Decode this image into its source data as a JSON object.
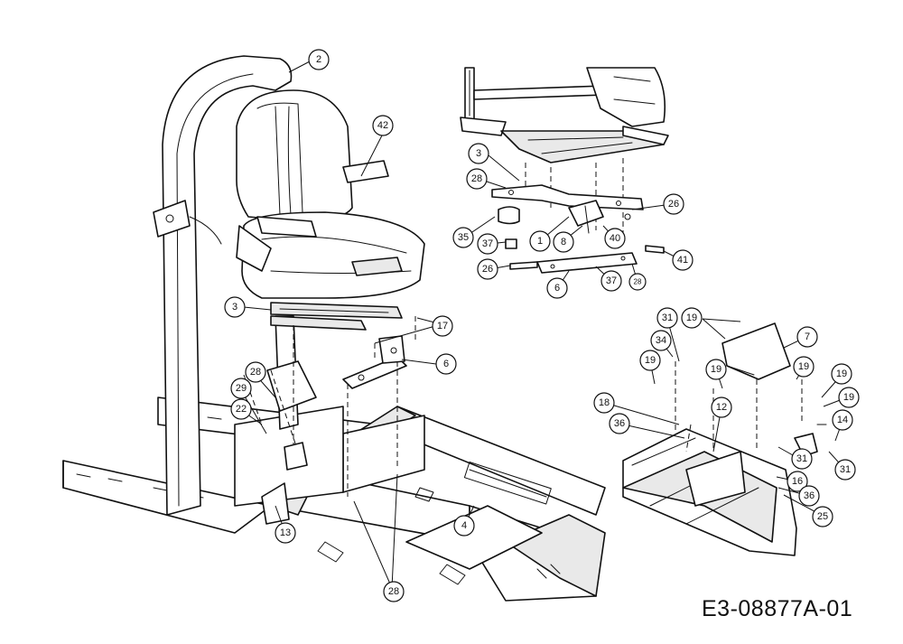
{
  "drawing_code": "E3-08877A-01",
  "callouts": [
    "2",
    "42",
    "3",
    "28",
    "26",
    "35",
    "37",
    "1",
    "8",
    "40",
    "41",
    "6",
    "17",
    "29",
    "22",
    "13",
    "4",
    "31",
    "19",
    "7",
    "34",
    "18",
    "36",
    "12",
    "14",
    "16",
    "25"
  ]
}
